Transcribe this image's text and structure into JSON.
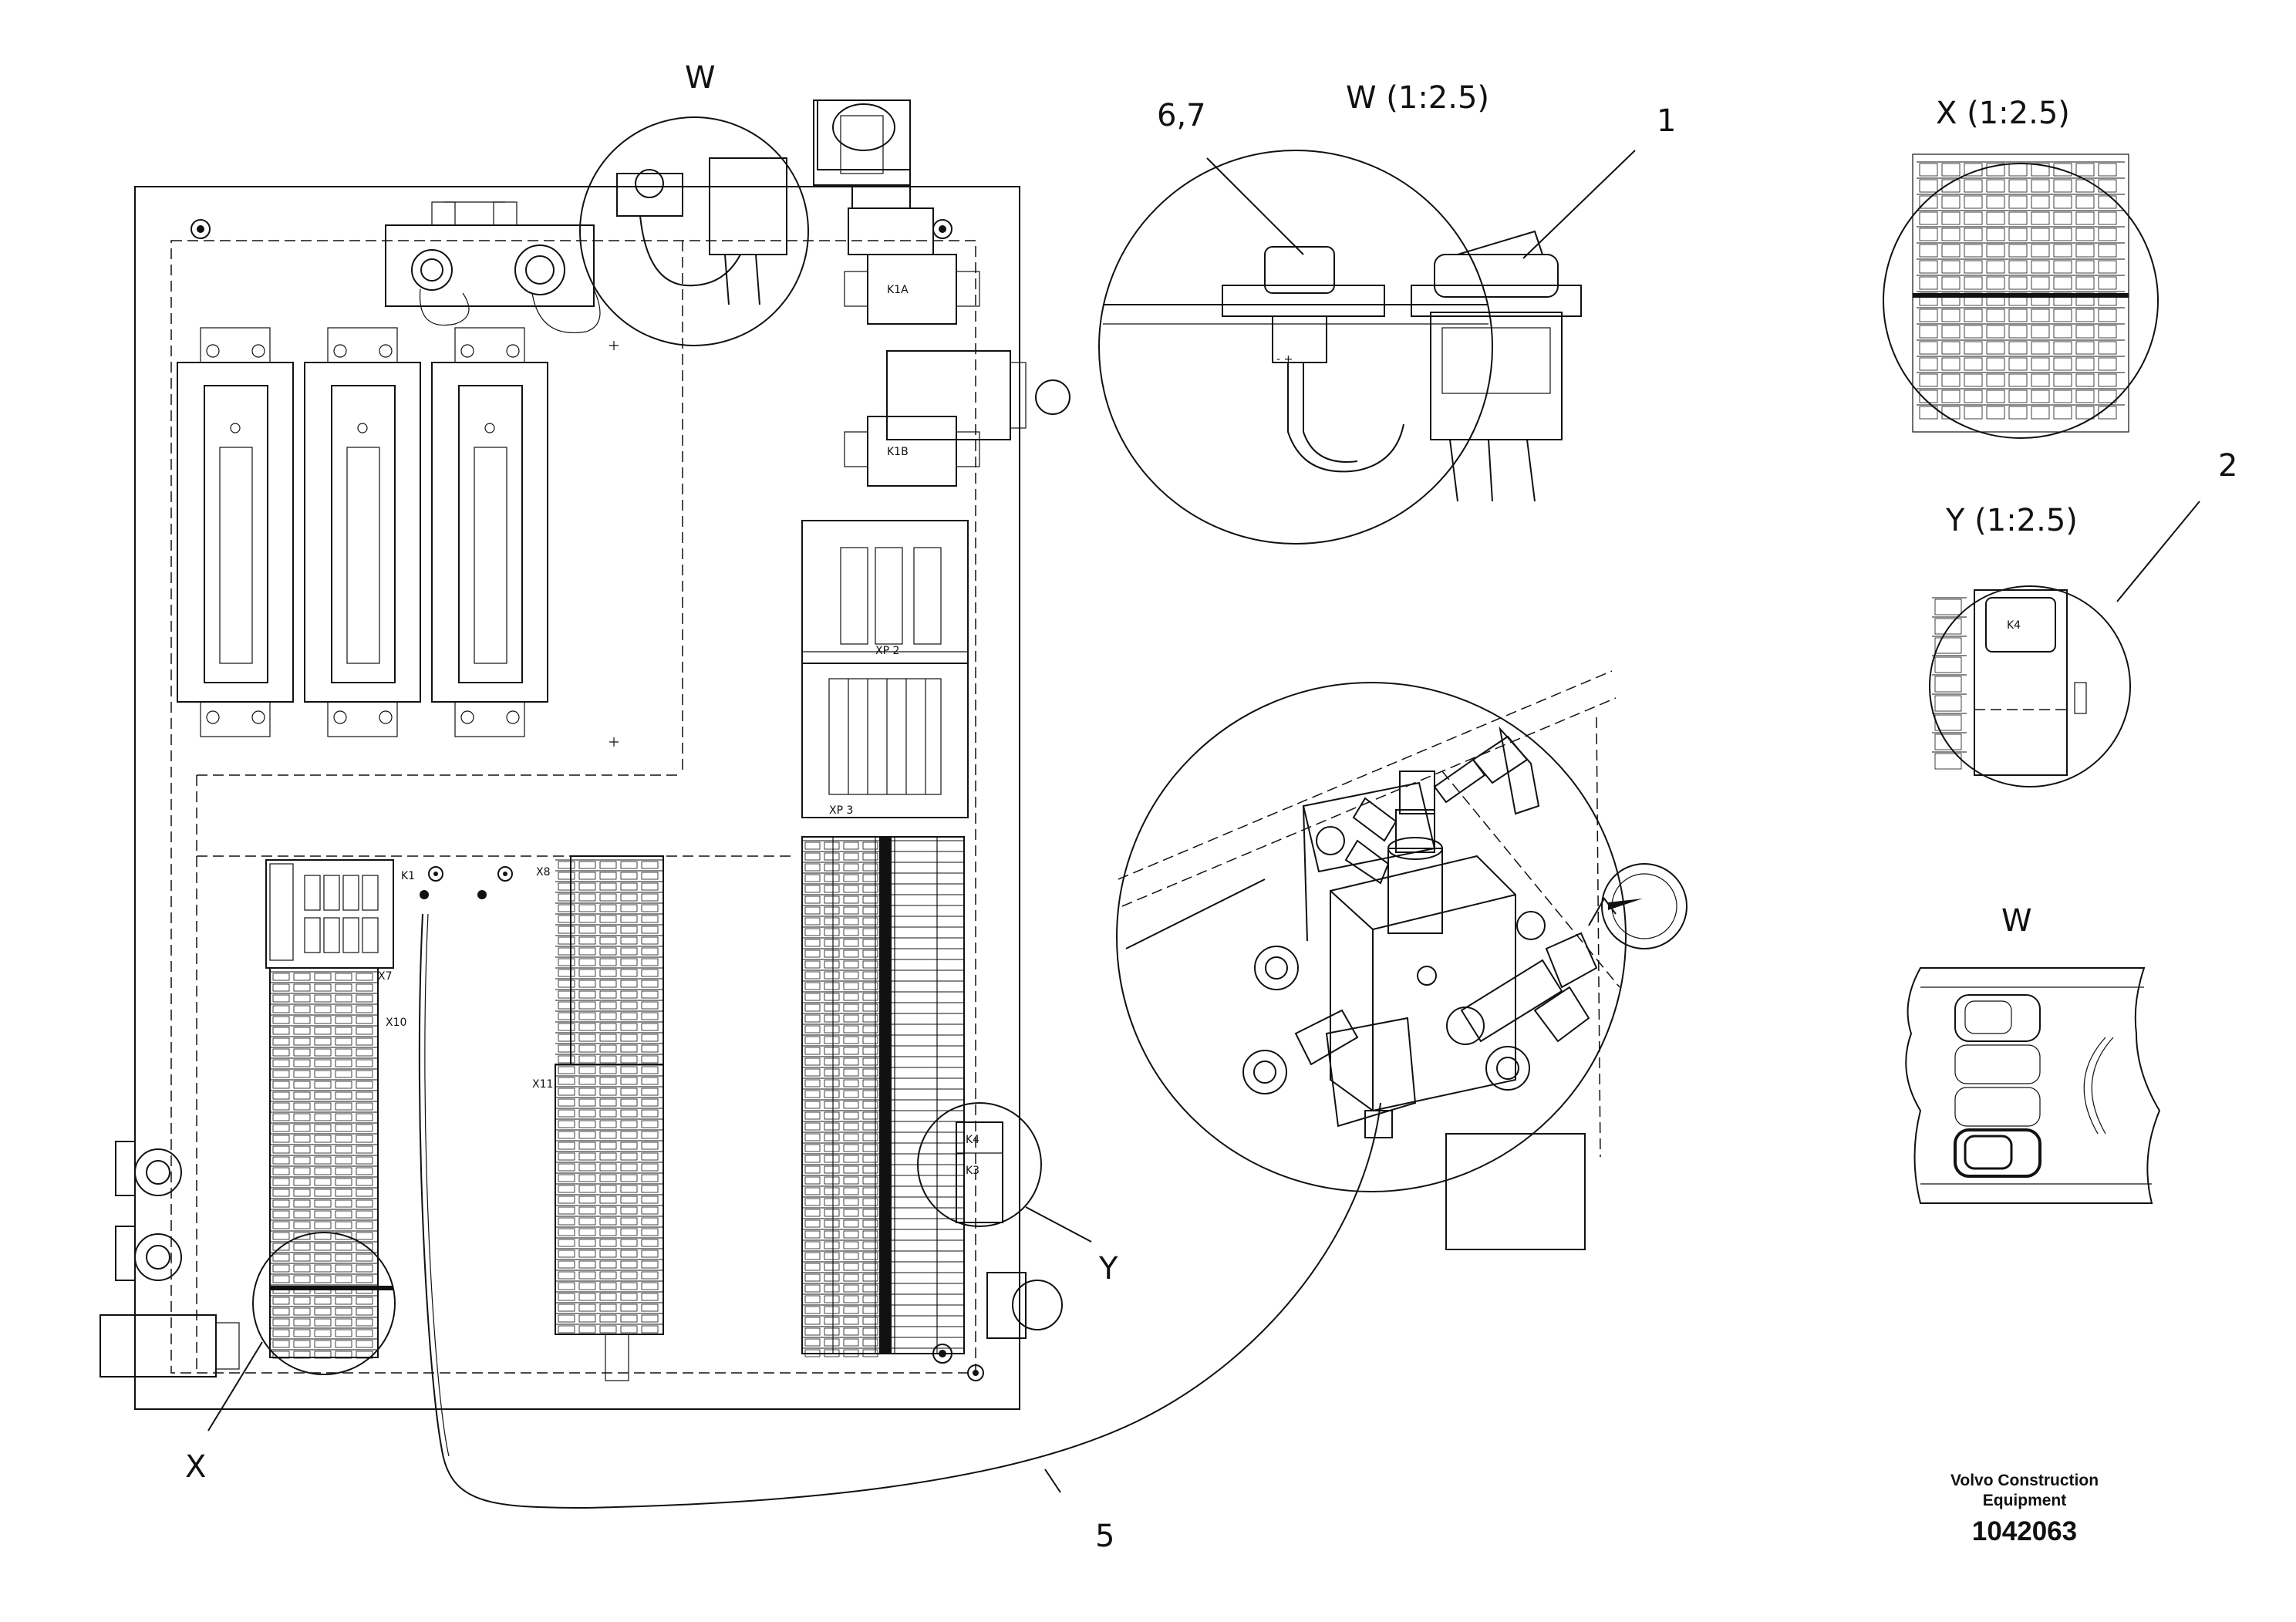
{
  "callouts": {
    "w_main": "W",
    "x_main": "X",
    "y_main": "Y",
    "part_5": "5",
    "part_6_7": "6,7",
    "part_1": "1",
    "part_2": "2"
  },
  "detail_views": {
    "w_title": "W (1:2.5)",
    "x_title": "X (1:2.5)",
    "y_title": "Y (1:2.5)",
    "w_panel_title": "W"
  },
  "component_labels": {
    "k1a": "K1A",
    "k1b": "K1B",
    "k1": "K1",
    "xp2": "XP 2",
    "xp3": "XP 3",
    "x7": "X7",
    "x8": "X8",
    "x10": "X10",
    "x11": "X11",
    "k4": "K4",
    "k3": "K3",
    "k4_detail": "K4",
    "polarity": "- +"
  },
  "footer": {
    "brand_line1": "Volvo Construction",
    "brand_line2": "Equipment",
    "part_number": "1042063"
  }
}
